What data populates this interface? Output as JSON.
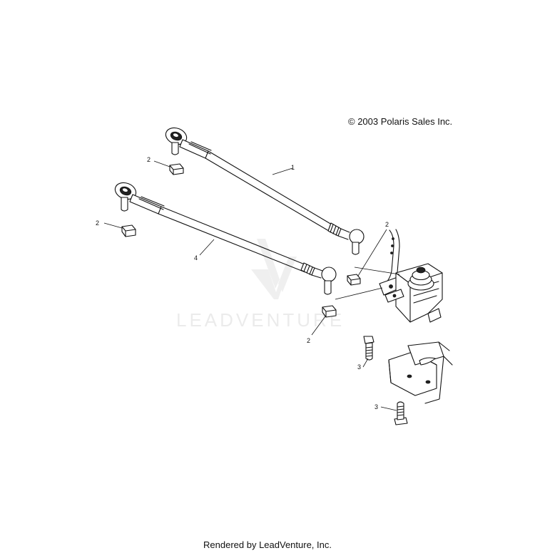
{
  "copyright": "© 2003 Polaris Sales Inc.",
  "footer": "Rendered by LeadVenture, Inc.",
  "watermark": "LEADVENTURE",
  "callouts": [
    "1",
    "2",
    "2",
    "4",
    "2",
    "2",
    "3",
    "3"
  ]
}
